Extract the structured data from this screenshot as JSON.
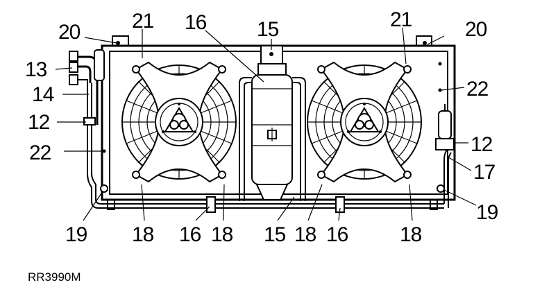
{
  "diagram": {
    "reference_code": "RR3990M",
    "callouts": {
      "c20_left": "20",
      "c21_left": "21",
      "c16_top": "16",
      "c15_top": "15",
      "c21_right": "21",
      "c20_right": "20",
      "c13": "13",
      "c14": "14",
      "c12_left": "12",
      "c22_left": "22",
      "c22_right": "22",
      "c12_right": "12",
      "c17": "17",
      "c19_left": "19",
      "c18_a": "18",
      "c16_bl": "16",
      "c18_b": "18",
      "c15_bottom": "15",
      "c18_c": "18",
      "c16_br": "16",
      "c18_d": "18",
      "c19_right": "19"
    }
  }
}
